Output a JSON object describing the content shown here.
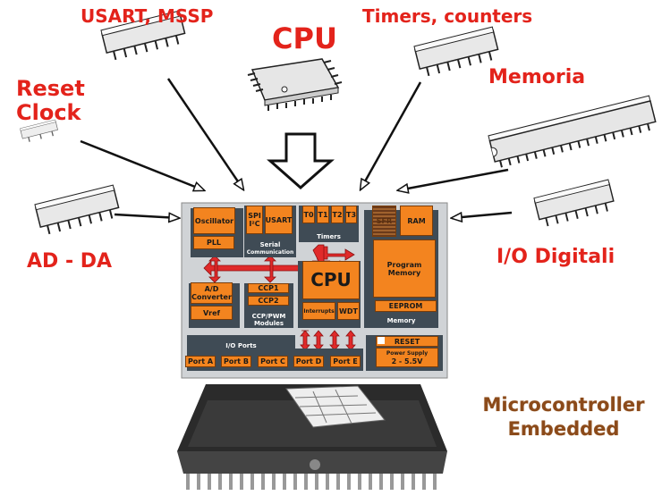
{
  "labels": {
    "usart_mssp": "USART, MSSP",
    "cpu": "CPU",
    "timers": "Timers, counters",
    "memoria": "Memoria",
    "reset": "Reset",
    "clock": "Clock",
    "adda": "AD - DA",
    "io": "I/O Digitali",
    "micro_line1": "Microcontroller",
    "micro_line2": "Embedded"
  },
  "block": {
    "oscillator": "Oscillator",
    "pll": "PLL",
    "spi": "SPI",
    "i2c": "I²C",
    "usart": "USART",
    "serial": "Serial",
    "communication": "Communication",
    "t0": "T0",
    "t1": "T1",
    "t2": "T2",
    "t3": "T3",
    "timers": "Timers",
    "sfr": "SFR",
    "ram": "RAM",
    "program_memory": "Program Memory",
    "eeprom": "EEPROM",
    "memory": "Memory",
    "cpu": "CPU",
    "interrupts": "Interrupts",
    "wdt": "WDT",
    "ad_converter": "A/D Converter",
    "vref": "Vref",
    "ccp1": "CCP1",
    "ccp2": "CCP2",
    "ccp_pwm": "CCP/PWM",
    "modules": "Modules",
    "io_ports": "I/O Ports",
    "ports": [
      "Port A",
      "Port B",
      "Port C",
      "Port D",
      "Port E"
    ],
    "reset": "RESET",
    "power_supply": "Power Supply",
    "voltage": "2 - 5.5V"
  },
  "colors": {
    "label_red": "#e3231b",
    "block_orange": "#f3841f",
    "block_dark": "#3f4b55",
    "bus_red": "#e02a2a",
    "title_brown": "#8b4a1a"
  }
}
